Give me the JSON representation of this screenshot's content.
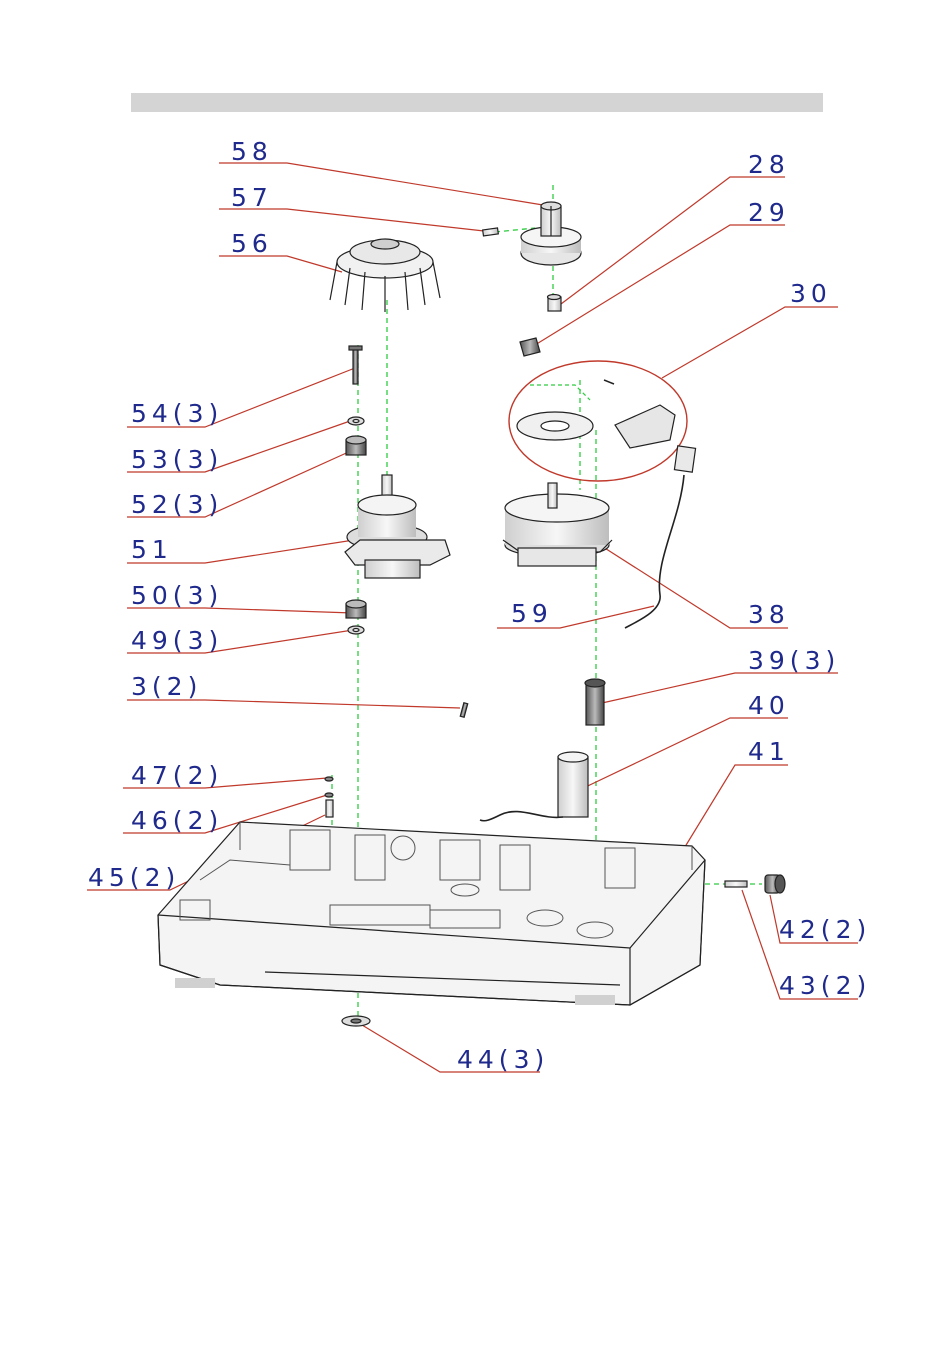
{
  "header_bar": {
    "text": ""
  },
  "colors": {
    "leader_line": "#c0392b",
    "label_text": "#1f2a8c",
    "axis_line": "#2ecc40",
    "part_stroke": "#222222",
    "part_fill": "#f2f2f2"
  },
  "callouts": [
    {
      "id": "58",
      "text": "58"
    },
    {
      "id": "57",
      "text": "57"
    },
    {
      "id": "56",
      "text": "56"
    },
    {
      "id": "28",
      "text": "28"
    },
    {
      "id": "29",
      "text": "29"
    },
    {
      "id": "30",
      "text": "30"
    },
    {
      "id": "54",
      "text": "54(3)"
    },
    {
      "id": "53",
      "text": "53(3)"
    },
    {
      "id": "52",
      "text": "52(3)"
    },
    {
      "id": "51",
      "text": "51"
    },
    {
      "id": "50",
      "text": "50(3)"
    },
    {
      "id": "49",
      "text": "49(3)"
    },
    {
      "id": "3",
      "text": "3(2)"
    },
    {
      "id": "59",
      "text": "59"
    },
    {
      "id": "38",
      "text": "38"
    },
    {
      "id": "39",
      "text": "39(3)"
    },
    {
      "id": "40",
      "text": "40"
    },
    {
      "id": "41",
      "text": "41"
    },
    {
      "id": "47",
      "text": "47(2)"
    },
    {
      "id": "46",
      "text": "46(2)"
    },
    {
      "id": "45",
      "text": "45(2)"
    },
    {
      "id": "42",
      "text": "42(2)"
    },
    {
      "id": "43",
      "text": "43(2)"
    },
    {
      "id": "44",
      "text": "44(3)"
    }
  ]
}
